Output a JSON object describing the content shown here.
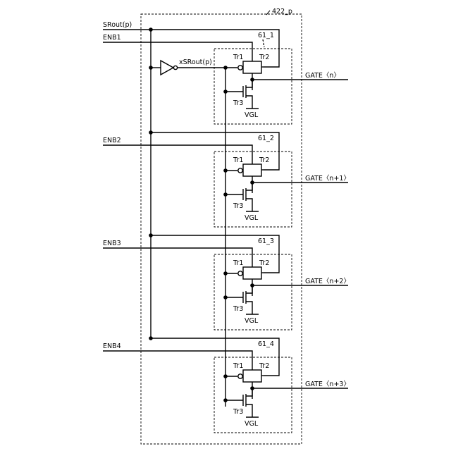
{
  "block_label": "422_p",
  "inputs": {
    "srout": "SRout(p)",
    "inverter_out": "xSRout(p)"
  },
  "stages": [
    {
      "ref": "61_1",
      "enable": "ENB1",
      "tr1": "Tr1",
      "tr2": "Tr2",
      "tr3": "Tr3",
      "vgl": "VGL",
      "gate": "GATE〈n〉"
    },
    {
      "ref": "61_2",
      "enable": "ENB2",
      "tr1": "Tr1",
      "tr2": "Tr2",
      "tr3": "Tr3",
      "vgl": "VGL",
      "gate": "GATE〈n+1〉"
    },
    {
      "ref": "61_3",
      "enable": "ENB3",
      "tr1": "Tr1",
      "tr2": "Tr2",
      "tr3": "Tr3",
      "vgl": "VGL",
      "gate": "GATE〈n+2〉"
    },
    {
      "ref": "61_4",
      "enable": "ENB4",
      "tr1": "Tr1",
      "tr2": "Tr2",
      "tr3": "Tr3",
      "vgl": "VGL",
      "gate": "GATE〈n+3〉"
    }
  ]
}
